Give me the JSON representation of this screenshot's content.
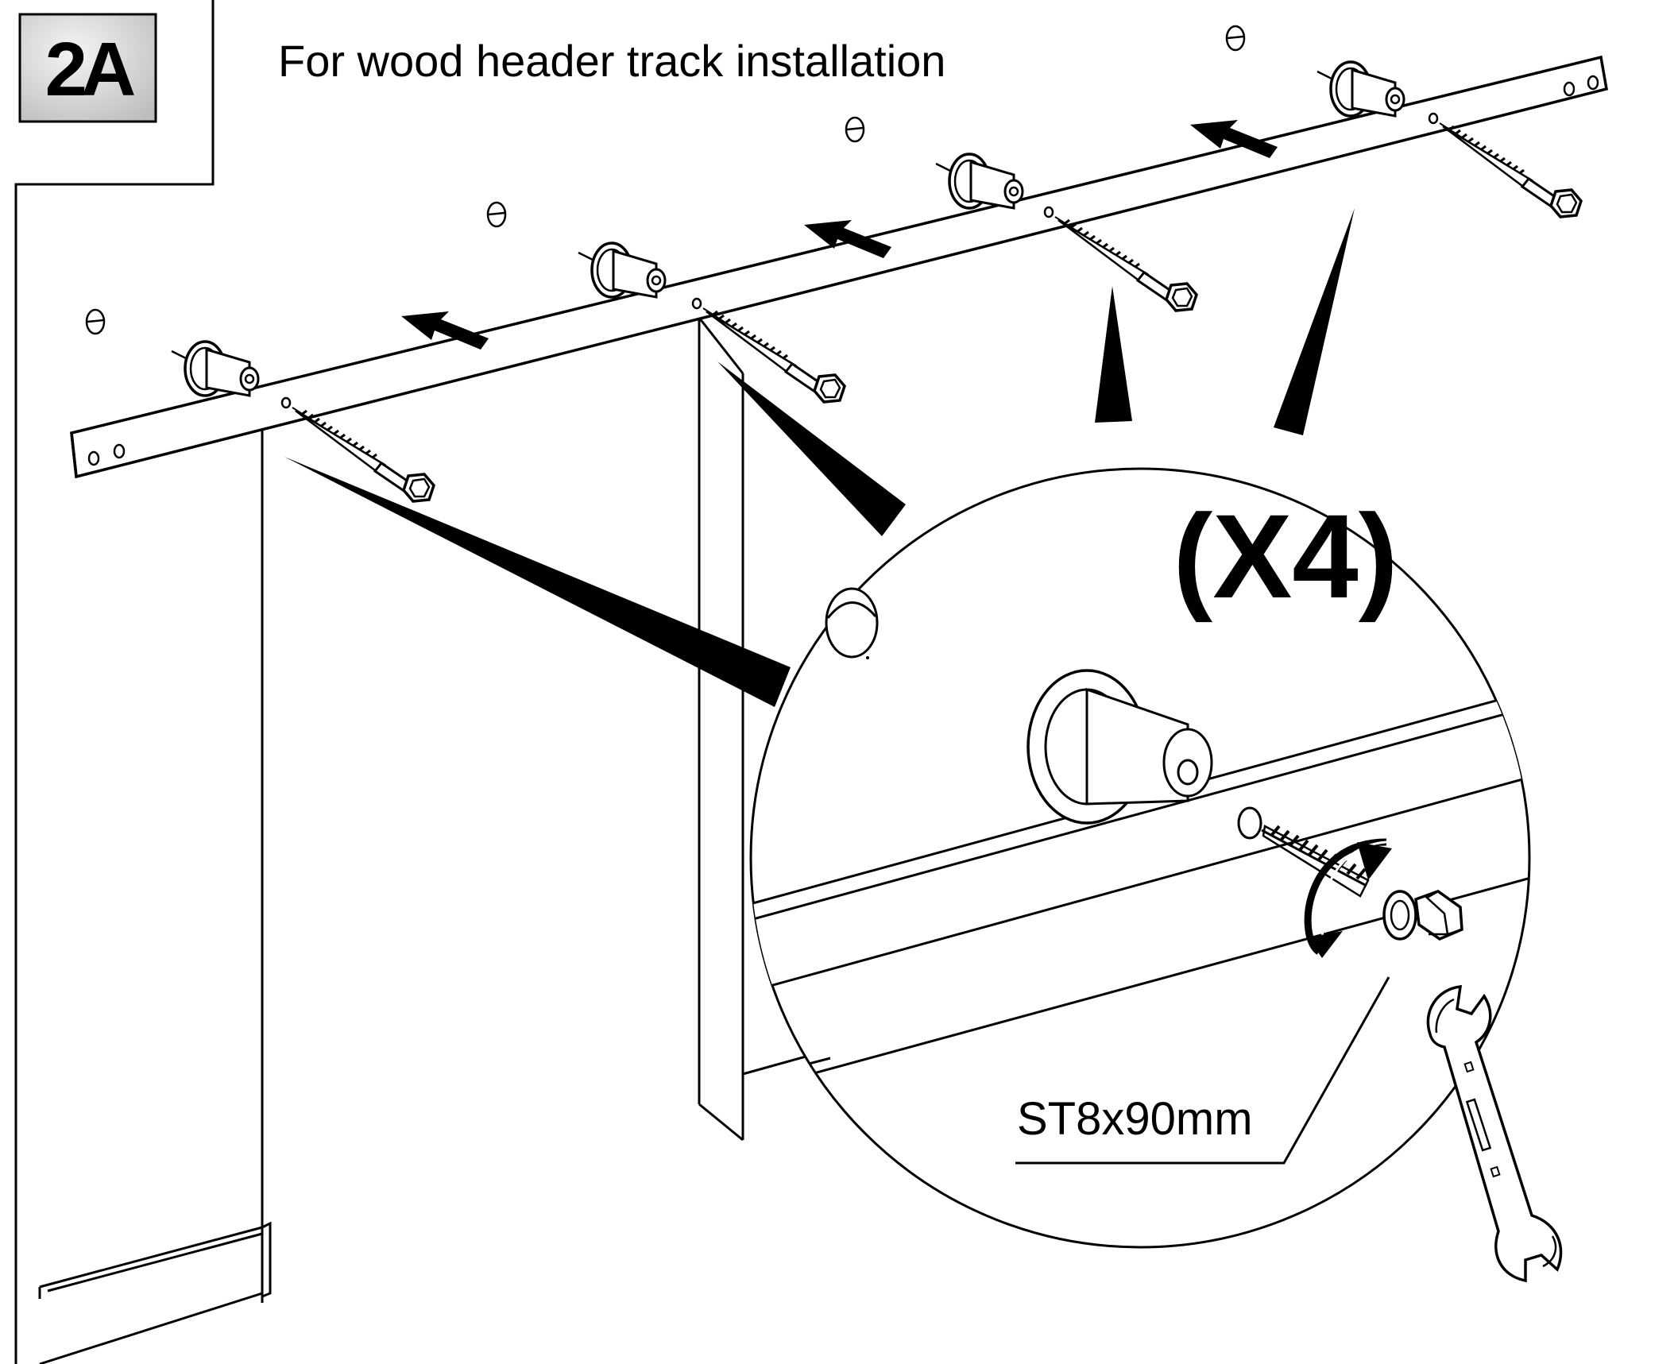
{
  "step": {
    "badge": "2A",
    "title": "For wood header track  installation"
  },
  "detail": {
    "quantity": "(X4)",
    "screw_spec": "ST8x90mm"
  },
  "colors": {
    "ink": "#000000",
    "badge_fill": "#d9d9d9",
    "background": "#ffffff"
  },
  "icons": [
    "lag-screw-icon",
    "spacer-icon",
    "arrow-icon",
    "wrench-icon",
    "rotate-arrow-icon",
    "drill-hole-icon"
  ]
}
